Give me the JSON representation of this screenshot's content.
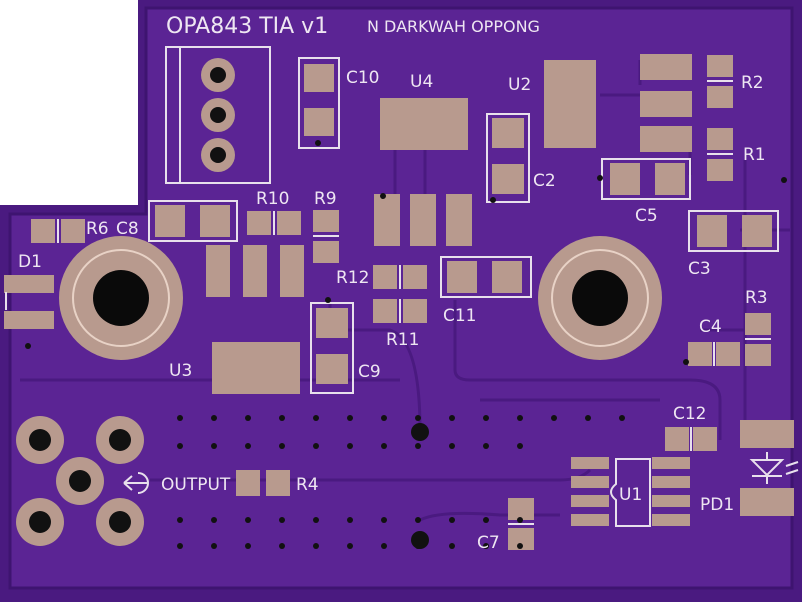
{
  "board": {
    "title": "OPA843 TIA v1",
    "author": "N DARKWAH OPPONG",
    "colors": {
      "substrate": "#4a1a80",
      "copper": "#5b2494",
      "silkscreen": "#e8e0ec",
      "pad": "#b89a8e"
    }
  },
  "labels": {
    "c10": "C10",
    "u4": "U4",
    "u2": "U2",
    "r2": "R2",
    "r1": "R1",
    "c2": "C2",
    "c5": "C5",
    "r10": "R10",
    "r9": "R9",
    "r6": "R6",
    "c8": "C8",
    "d1": "D1",
    "r12": "R12",
    "r11": "R11",
    "c11": "C11",
    "c3": "C3",
    "r3": "R3",
    "c4": "C4",
    "u3": "U3",
    "c9": "C9",
    "c12": "C12",
    "output": "OUTPUT",
    "r4": "R4",
    "u1": "U1",
    "pd1": "PD1",
    "c7": "C7"
  },
  "icons": {
    "output_arrow": "arrow-left-circle-icon",
    "photodiode": "photodiode-icon"
  }
}
